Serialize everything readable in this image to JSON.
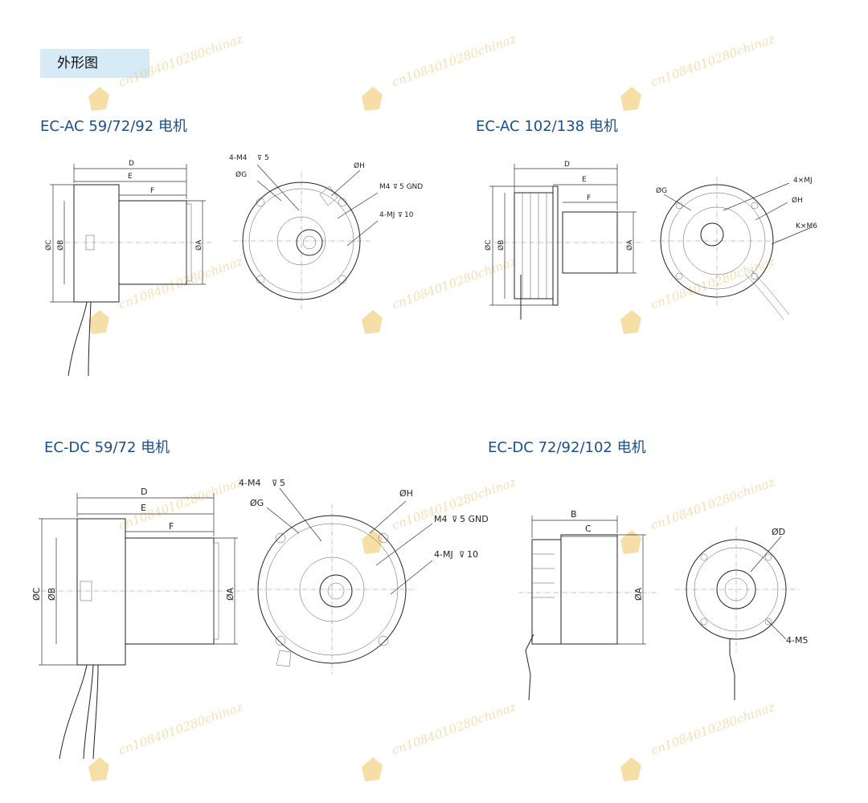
{
  "section_tag": "外形图",
  "watermark": "cn1084010280chinaz",
  "panels": [
    {
      "title": "EC-AC 59/72/92 电机",
      "side_labels": [
        "D",
        "E",
        "F",
        "ØC",
        "ØB",
        "ØA"
      ],
      "front_labels": [
        "4-M4",
        "5",
        "ØG",
        "ØH",
        "M4",
        "5  GND",
        "4-MJ",
        "10"
      ]
    },
    {
      "title": "EC-AC 102/138 电机",
      "side_labels": [
        "D",
        "E",
        "F",
        "ØC",
        "ØB",
        "ØA"
      ],
      "front_labels": [
        "4×MJ",
        "ØG",
        "ØH",
        "K×M6"
      ]
    },
    {
      "title": "EC-DC 59/72 电机",
      "side_labels": [
        "D",
        "E",
        "F",
        "ØC",
        "ØB",
        "ØA"
      ],
      "front_labels": [
        "4-M4",
        "5",
        "ØG",
        "ØH",
        "M4",
        "5  GND",
        "4-MJ",
        "10"
      ]
    },
    {
      "title": "EC-DC 72/92/102 电机",
      "side_labels": [
        "B",
        "C",
        "ØA"
      ],
      "front_labels": [
        "ØD",
        "4-M5"
      ]
    }
  ]
}
